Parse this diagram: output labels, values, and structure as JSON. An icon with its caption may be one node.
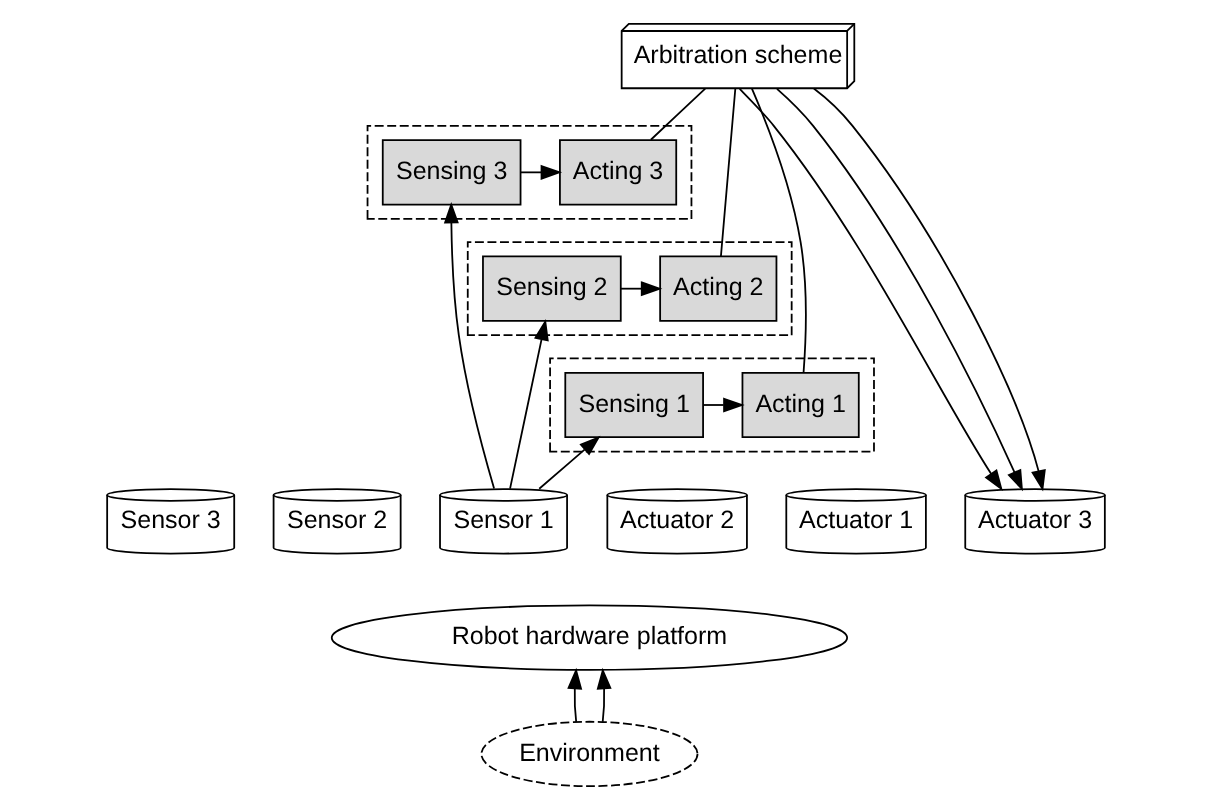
{
  "diagram": {
    "nodes": [
      {
        "text": [],
        "shape": "box"
      },
      {
        "text": [
          "Sensing 3"
        ],
        "in": 0
      },
      {
        "text": [
          "Acting 3"
        ],
        "in": 0
      },
      {
        "text": [],
        "shape": "box"
      },
      {
        "text": [
          "Sensing 2"
        ],
        "in": 3
      },
      {
        "text": [
          "Acting 2"
        ],
        "in": 3
      },
      {
        "text": [],
        "shape": "box"
      },
      {
        "text": [
          "Sensing 1"
        ],
        "in": 6
      },
      {
        "text": [
          "Acting 1"
        ],
        "in": 6
      },
      {
        "text": [
          "Arbitration scheme"
        ]
      },
      {
        "text": [
          "Sensor 3"
        ]
      },
      {
        "text": [
          "Sensor 2"
        ]
      },
      {
        "text": [
          "Sensor 1"
        ]
      },
      {
        "text": [
          "Actuator 2"
        ]
      },
      {
        "text": [
          "Actuator 1"
        ]
      },
      {
        "text": [
          "Actuator 3"
        ]
      },
      {
        "text": [
          "Robot hardware platform"
        ]
      },
      {
        "text": [
          "Environment"
        ]
      }
    ],
    "edges": [
      {
        "from": 1,
        "to": 2,
        "arrow": "to"
      },
      {
        "from": 4,
        "to": 5,
        "arrow": "to"
      },
      {
        "from": 7,
        "to": 8,
        "arrow": "to"
      },
      {
        "from": 12,
        "to": 7,
        "arrow": "to"
      },
      {
        "from": 12,
        "to": 4,
        "arrow": "to"
      },
      {
        "from": 12,
        "to": 1,
        "arrow": "to"
      },
      {
        "from": 8,
        "to": 9,
        "arrow": "none"
      },
      {
        "from": 5,
        "to": 9,
        "arrow": "none"
      },
      {
        "from": 2,
        "to": 9,
        "arrow": "none"
      },
      {
        "from": 9,
        "to": 15,
        "arrow": "to"
      },
      {
        "from": 9,
        "to": 15,
        "arrow": "to"
      },
      {
        "from": 9,
        "to": 15,
        "arrow": "to"
      },
      {
        "from": 17,
        "to": 16,
        "arrow": "to"
      },
      {
        "from": 17,
        "to": 16,
        "arrow": "to"
      }
    ]
  }
}
